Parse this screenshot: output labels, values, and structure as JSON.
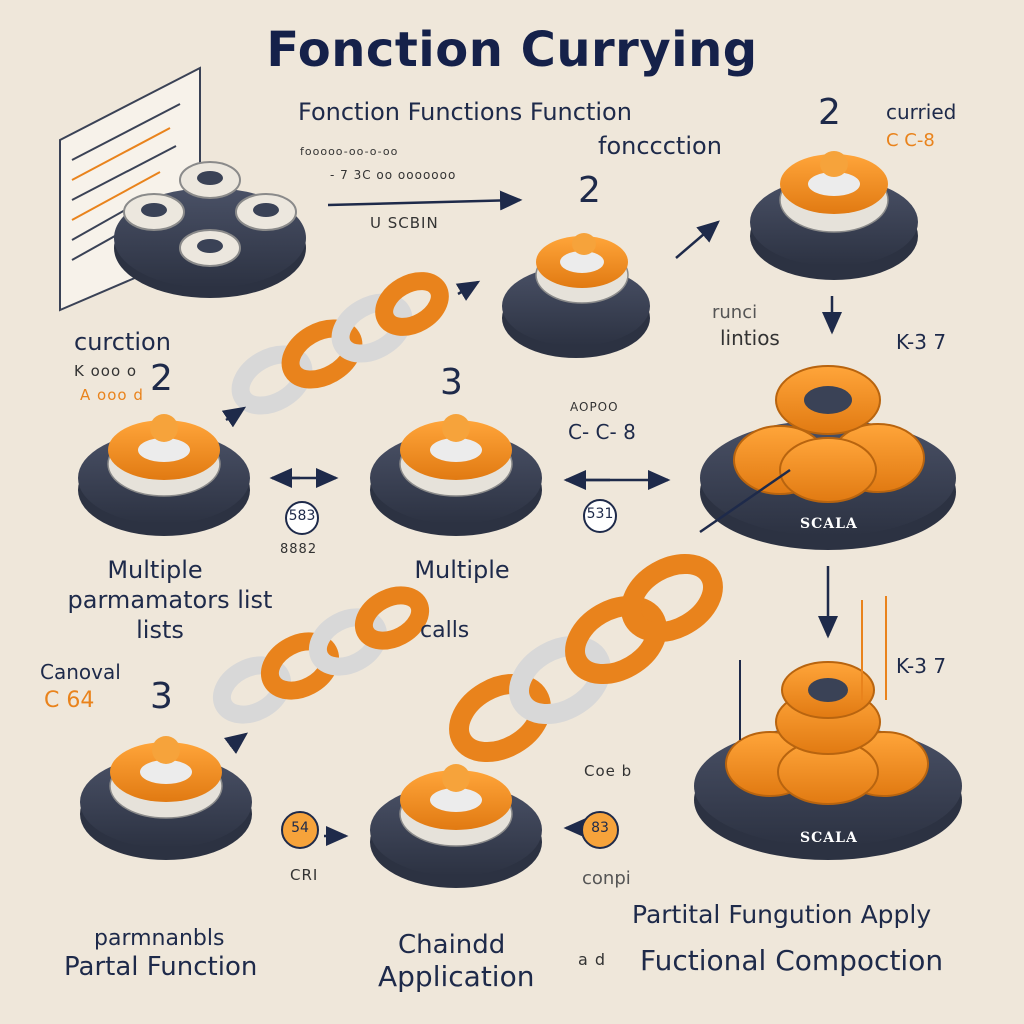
{
  "title": "Fonction Currying",
  "labels": {
    "subtitle_line1": "Fonction Functions Function",
    "subtitle_line2": "fonccction",
    "num_top_mid": "2",
    "num_top_right": "2",
    "curried": "curried",
    "curried_small": "C  C-8",
    "scbin": "U SCBIN",
    "small_code_top": "fooooo-oo-o-oo",
    "small_code_top2": "-  7  3C  oo  ooooooo",
    "curction": "curction",
    "curction_small1": "K ooo  o",
    "curction_small2": "A ooo  d",
    "num_left_mid": "2",
    "num_center": "3",
    "punct_lintios1": "runci",
    "punct_lintios2": "lintios",
    "arrow_k3": "K-3  7",
    "code_mid1": "AOPOO",
    "code_mid2": "C- C-  8",
    "bubble_583": "583",
    "sub_583": "8882",
    "bubble_531": "531",
    "multiple_left": "Multiple",
    "params_list_left1": "parmamators list",
    "params_list_left2": "lists",
    "multiple_mid": "Multiple",
    "calls_mid": "calls",
    "scala_upper": "SCALA",
    "canoval": "Canoval",
    "canoval_small": "C 64",
    "num_lower_left": "3",
    "bubble_left": "54",
    "bubble_mid": "83",
    "under_bubble": "CRI",
    "k3_lower": "K-3  7",
    "scala_lower": "SCALA",
    "conp": "conpi",
    "lower_code": "Coe  b",
    "params_bottom1": "parmnanbls",
    "params_bottom2": "Partal Function",
    "chained1": "Chaindd",
    "chained2": "Application",
    "partial_apply": "Partital Fungution Apply",
    "functional_comp": "Fuctional Compoction",
    "and_small": "a d"
  },
  "colors": {
    "background": "#efe7da",
    "navy": "#1e2a4a",
    "orange": "#f39222",
    "disc": "#3a4256",
    "ring_gray": "#dcdcdc"
  }
}
